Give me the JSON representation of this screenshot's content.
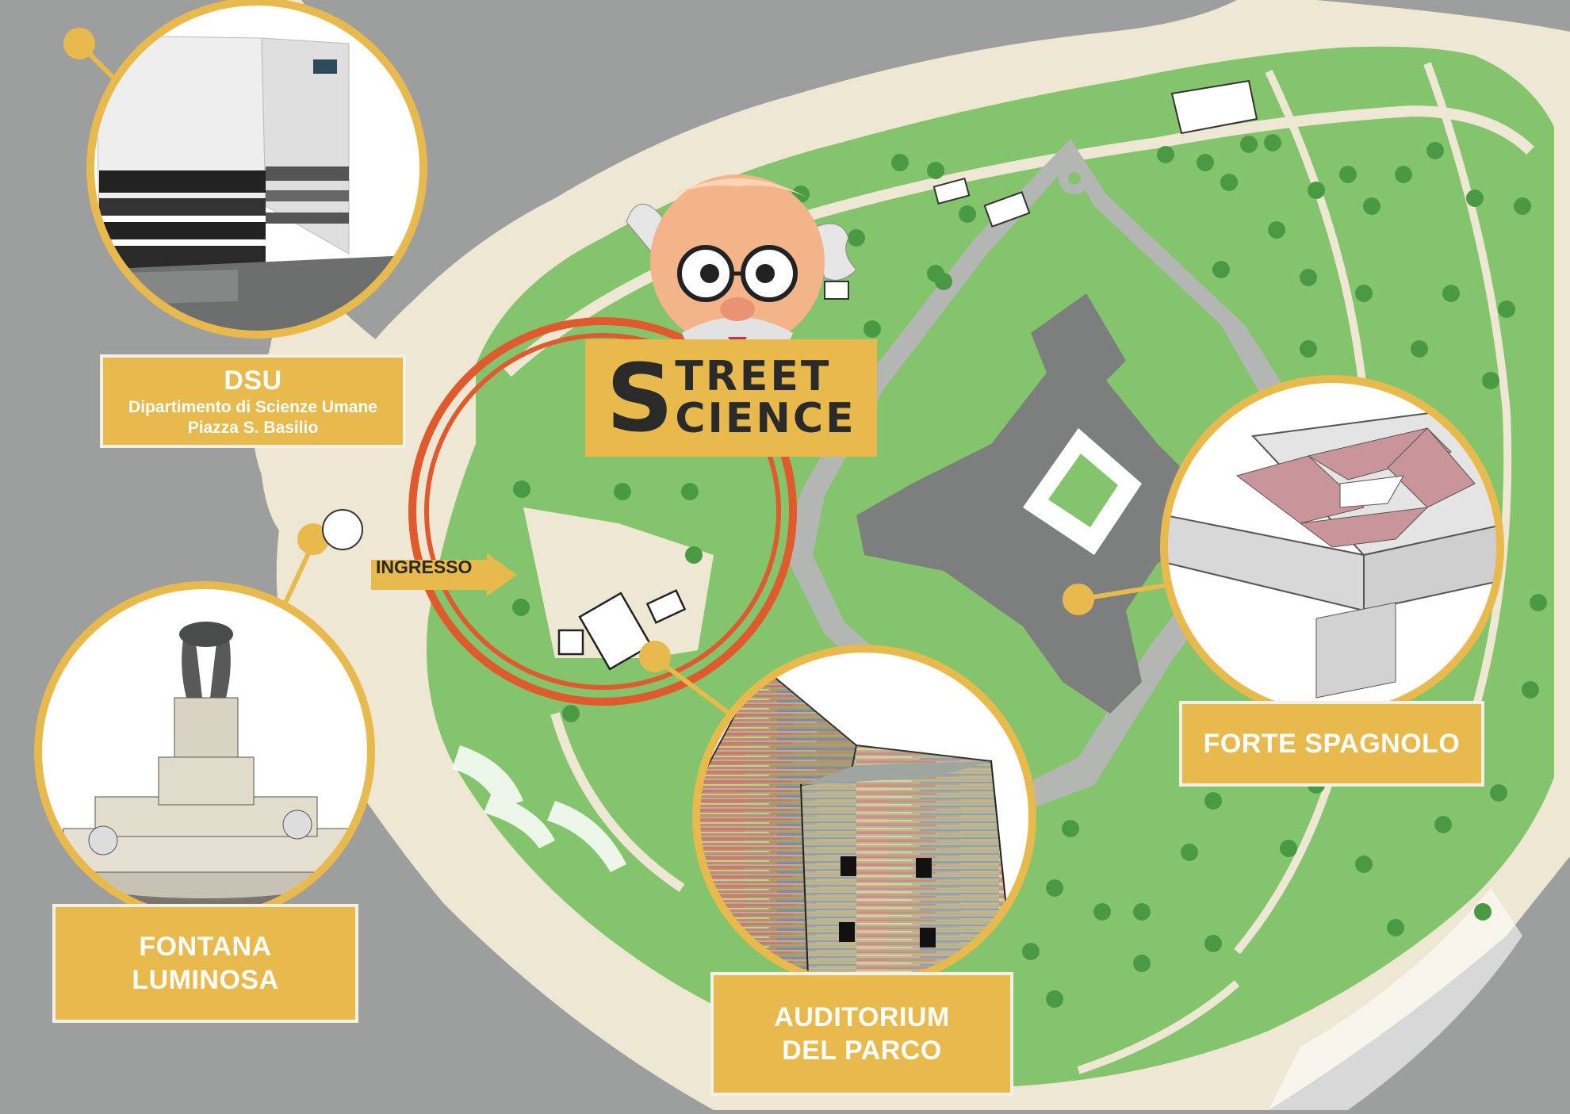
{
  "map": {
    "colors": {
      "road": "#9d9e9e",
      "path": "#eee7d3",
      "park": "#84c46c",
      "fort_outline": "#b4b6b4",
      "fort_building": "#7d7e7e",
      "label_fill": "#e8b94d",
      "ring": "#e05a2e",
      "tree": "#4a9a45"
    }
  },
  "logo": {
    "initial": "S",
    "word1": "TREET",
    "word2": "CIENCE",
    "mascot": "professor-mascot"
  },
  "entrance": {
    "label": "INGRESSO"
  },
  "pois": {
    "dsu": {
      "title": "DSU",
      "line1": "Dipartimento di Scienze Umane",
      "line2": "Piazza S. Basilio",
      "photo": "dsu-building-photo"
    },
    "fontana": {
      "line1": "FONTANA",
      "line2": "LUMINOSA",
      "photo": "fontana-luminosa-sculpture"
    },
    "auditorium": {
      "line1": "AUDITORIUM",
      "line2": "DEL PARCO",
      "photo": "auditorium-striped-cubes"
    },
    "forte": {
      "title": "FORTE SPAGNOLO",
      "photo": "forte-spagnolo-castle"
    }
  }
}
